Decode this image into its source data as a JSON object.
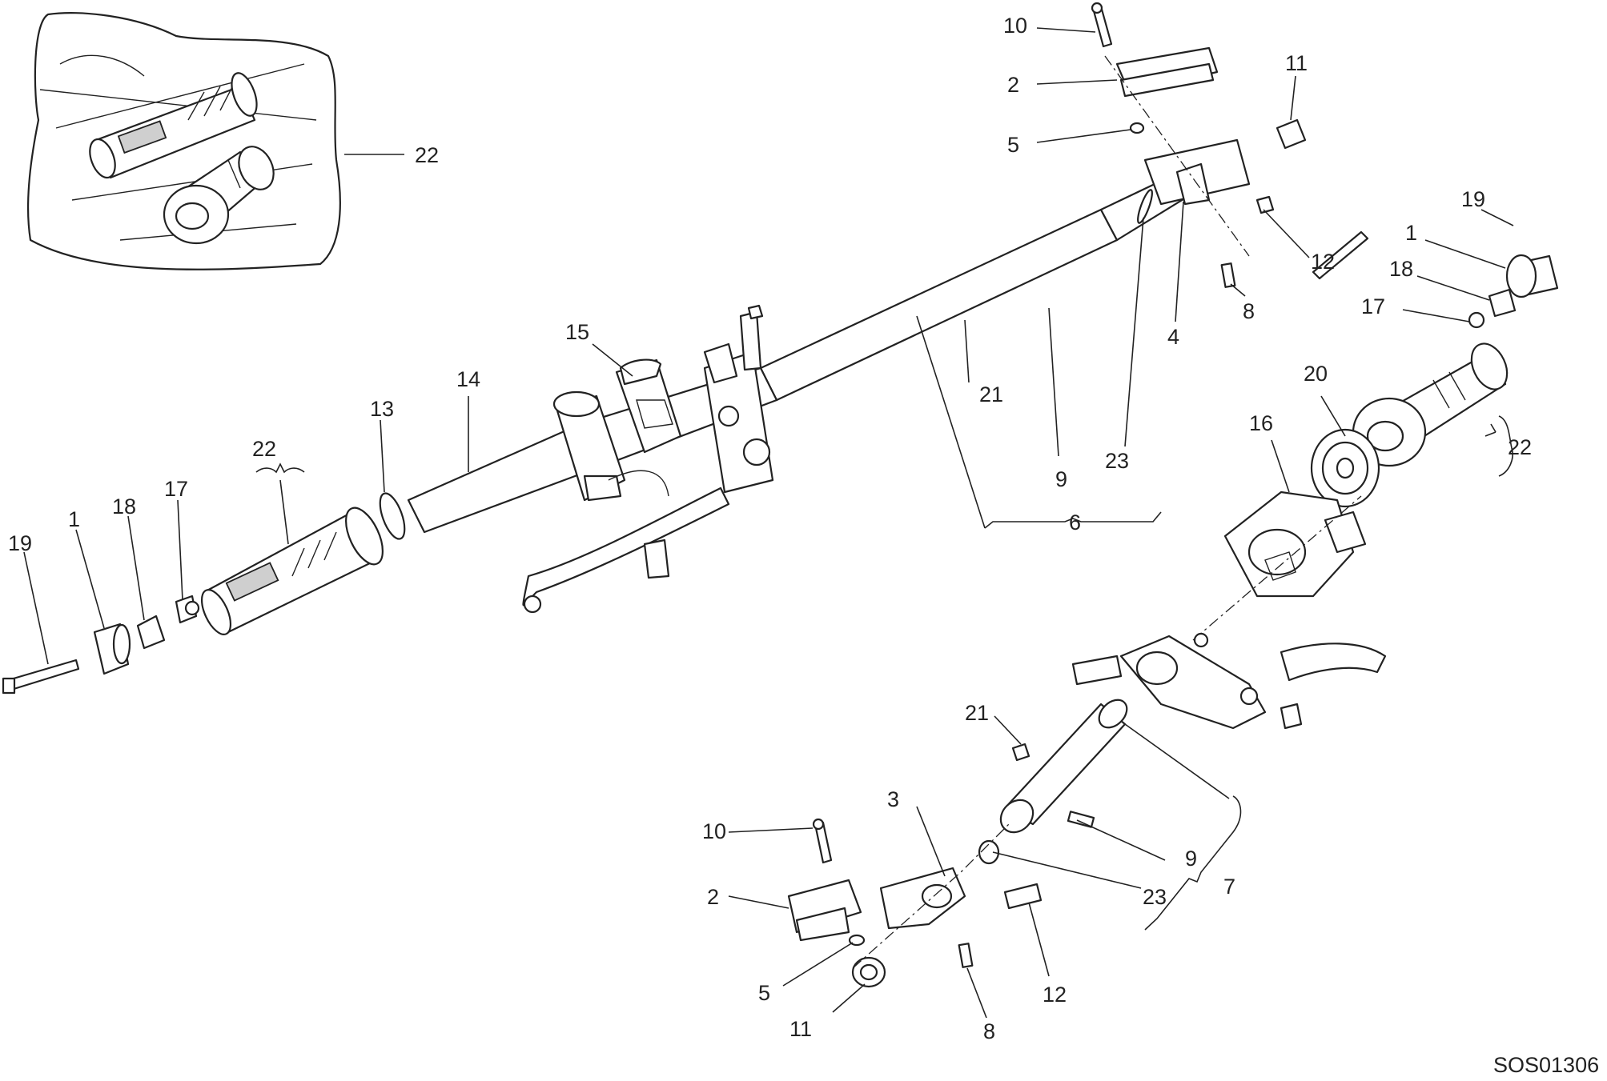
{
  "drawing_code": "SOS01306",
  "callouts": [
    {
      "id": "c10a",
      "text": "10"
    },
    {
      "id": "c2a",
      "text": "2"
    },
    {
      "id": "c5a",
      "text": "5"
    },
    {
      "id": "c11a",
      "text": "11"
    },
    {
      "id": "c12a",
      "text": "12"
    },
    {
      "id": "c8a",
      "text": "8"
    },
    {
      "id": "c4",
      "text": "4"
    },
    {
      "id": "c19a",
      "text": "19"
    },
    {
      "id": "c1a",
      "text": "1"
    },
    {
      "id": "c18a",
      "text": "18"
    },
    {
      "id": "c17a",
      "text": "17"
    },
    {
      "id": "c20",
      "text": "20"
    },
    {
      "id": "c22a",
      "text": "22"
    },
    {
      "id": "c16",
      "text": "16"
    },
    {
      "id": "c22b",
      "text": "22"
    },
    {
      "id": "c15",
      "text": "15"
    },
    {
      "id": "c14",
      "text": "14"
    },
    {
      "id": "c13",
      "text": "13"
    },
    {
      "id": "c22c",
      "text": "22"
    },
    {
      "id": "c19b",
      "text": "19"
    },
    {
      "id": "c1b",
      "text": "1"
    },
    {
      "id": "c18b",
      "text": "18"
    },
    {
      "id": "c17b",
      "text": "17"
    },
    {
      "id": "c21a",
      "text": "21"
    },
    {
      "id": "c9a",
      "text": "9"
    },
    {
      "id": "c23a",
      "text": "23"
    },
    {
      "id": "c6",
      "text": "6"
    },
    {
      "id": "c21b",
      "text": "21"
    },
    {
      "id": "c3",
      "text": "3"
    },
    {
      "id": "c10b",
      "text": "10"
    },
    {
      "id": "c2b",
      "text": "2"
    },
    {
      "id": "c5b",
      "text": "5"
    },
    {
      "id": "c11b",
      "text": "11"
    },
    {
      "id": "c8b",
      "text": "8"
    },
    {
      "id": "c12b",
      "text": "12"
    },
    {
      "id": "c9b",
      "text": "9"
    },
    {
      "id": "c23b",
      "text": "23"
    },
    {
      "id": "c7",
      "text": "7"
    }
  ]
}
